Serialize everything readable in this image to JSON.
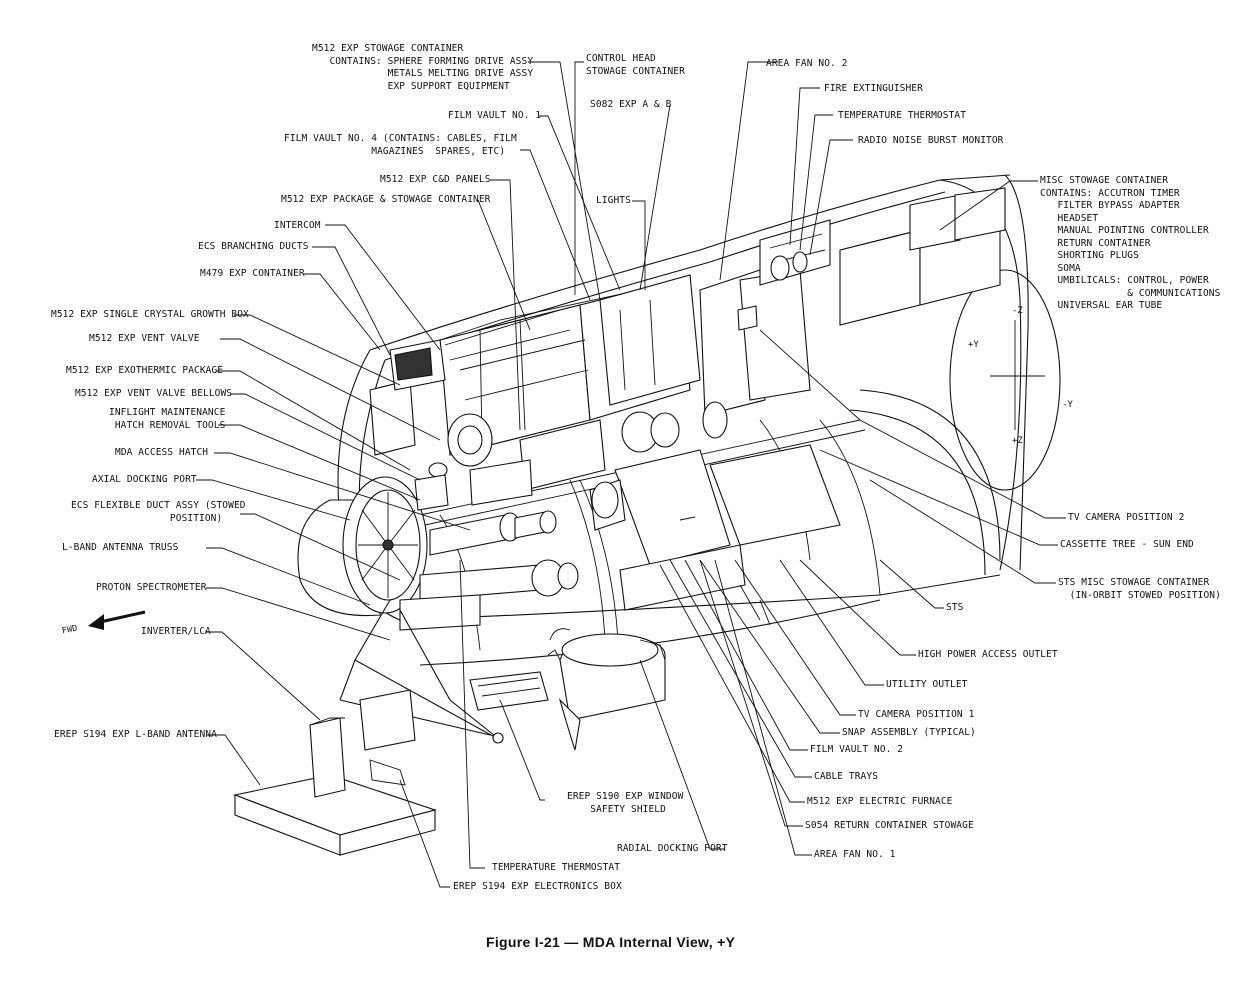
{
  "caption": "Figure I-21 — MDA Internal View, +Y",
  "fwd": "FWD",
  "axes": {
    "neg_z": "-Z",
    "pos_y": "+Y",
    "neg_y": "-Y",
    "pos_z": "+Z"
  },
  "labels": {
    "m512_stowage": "M512 EXP STOWAGE CONTAINER\n   CONTAINS: SPHERE FORMING DRIVE ASSY\n             METALS MELTING DRIVE ASSY\n             EXP SUPPORT EQUIPMENT",
    "control_head": "CONTROL HEAD\nSTOWAGE CONTAINER",
    "area_fan_2": "AREA FAN NO. 2",
    "fire_ext": "FIRE EXTINGUISHER",
    "temp_thermo_top": "TEMPERATURE THERMOSTAT",
    "radio_noise": "RADIO NOISE BURST MONITOR",
    "film_vault_1": "FILM VAULT NO. 1",
    "s082": "S082 EXP A & B",
    "film_vault_4": "FILM VAULT NO. 4 (CONTAINS: CABLES, FILM\n               MAGAZINES  SPARES, ETC)",
    "m512_cd": "M512 EXP C&D PANELS",
    "m512_pkg": "M512 EXP PACKAGE & STOWAGE CONTAINER",
    "lights": "LIGHTS",
    "intercom": "INTERCOM",
    "ecs_branch": "ECS BRANCHING DUCTS",
    "m479": "M479 EXP CONTAINER",
    "single_crystal": "M512 EXP SINGLE CRYSTAL GROWTH BOX",
    "vent_valve": "M512 EXP VENT VALVE",
    "exothermic": "M512 EXP EXOTHERMIC PACKAGE",
    "vent_bellows": "M512 EXP VENT VALVE BELLOWS",
    "inflight": "INFLIGHT MAINTENANCE\n HATCH REMOVAL TOOLS",
    "mda_hatch": "MDA ACCESS HATCH",
    "axial_port": "AXIAL DOCKING PORT",
    "ecs_flex": "ECS FLEXIBLE DUCT ASSY (STOWED\n                 POSITION)",
    "lband_truss": "L-BAND ANTENNA TRUSS",
    "proton": "PROTON SPECTROMETER",
    "inverter": "INVERTER/LCA",
    "erep_antenna": "EREP S194 EXP L-BAND ANTENNA",
    "misc_stowage": "MISC STOWAGE CONTAINER\nCONTAINS: ACCUTRON TIMER\n   FILTER BYPASS ADAPTER\n   HEADSET\n   MANUAL POINTING CONTROLLER\n   RETURN CONTAINER\n   SHORTING PLUGS\n   SOMA\n   UMBILICALS: CONTROL, POWER\n               & COMMUNICATIONS\n   UNIVERSAL EAR TUBE",
    "tv_cam_2": "TV CAMERA POSITION 2",
    "cassette": "CASSETTE TREE - SUN END",
    "sts_misc": "STS MISC STOWAGE CONTAINER\n  (IN-ORBIT STOWED POSITION)",
    "sts": "STS",
    "hp_outlet": "HIGH POWER ACCESS OUTLET",
    "utility": "UTILITY OUTLET",
    "tv_cam_1": "TV CAMERA POSITION 1",
    "snap": "SNAP ASSEMBLY (TYPICAL)",
    "film_vault_2": "FILM VAULT NO. 2",
    "cable_trays": "CABLE TRAYS",
    "furnace": "M512 EXP ELECTRIC FURNACE",
    "s054": "S054 RETURN CONTAINER STOWAGE",
    "area_fan_1": "AREA FAN NO. 1",
    "radial_port": "RADIAL DOCKING PORT",
    "s190": "EREP S190 EXP WINDOW\n    SAFETY SHIELD",
    "temp_thermo_bot": "TEMPERATURE THERMOSTAT",
    "erep_elec": "EREP S194 EXP ELECTRONICS BOX"
  }
}
